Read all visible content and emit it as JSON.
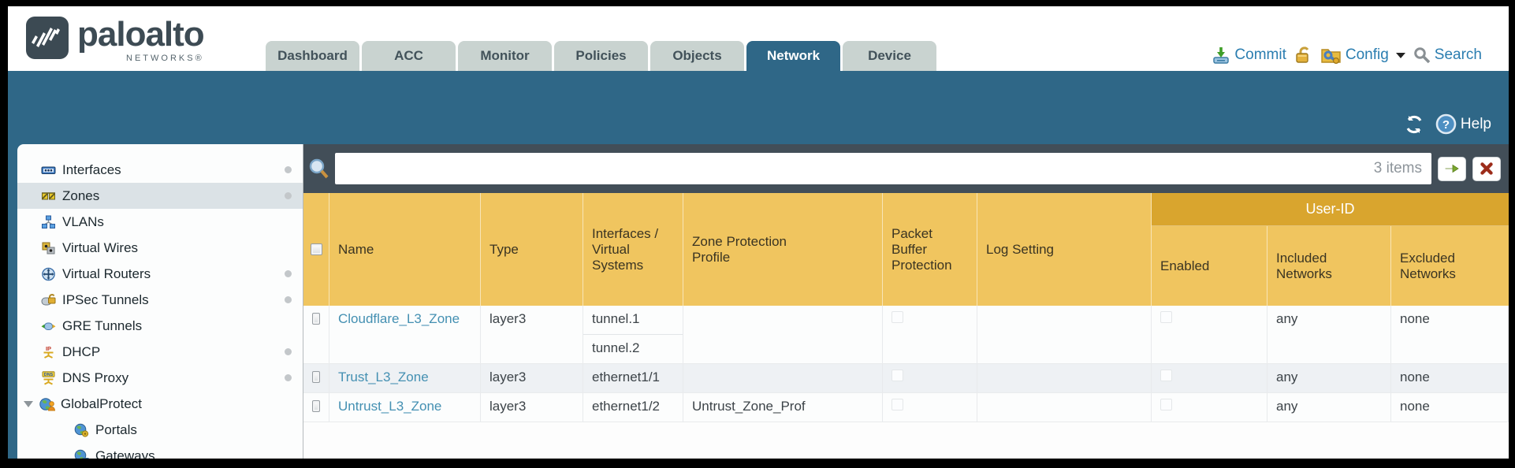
{
  "header": {
    "brand": "paloalto",
    "brand_sub": "NETWORKS®",
    "tabs": [
      {
        "label": "Dashboard",
        "active": false
      },
      {
        "label": "ACC",
        "active": false
      },
      {
        "label": "Monitor",
        "active": false
      },
      {
        "label": "Policies",
        "active": false
      },
      {
        "label": "Objects",
        "active": false
      },
      {
        "label": "Network",
        "active": true
      },
      {
        "label": "Device",
        "active": false
      }
    ],
    "commit_label": "Commit",
    "config_label": "Config",
    "search_label": "Search"
  },
  "band": {
    "help_label": "Help"
  },
  "sidebar": {
    "items": [
      {
        "label": "Interfaces",
        "icon": "interfaces-icon",
        "dot": true,
        "selected": false
      },
      {
        "label": "Zones",
        "icon": "zones-icon",
        "dot": true,
        "selected": true
      },
      {
        "label": "VLANs",
        "icon": "vlans-icon",
        "dot": false,
        "selected": false
      },
      {
        "label": "Virtual Wires",
        "icon": "virtual-wires-icon",
        "dot": false,
        "selected": false
      },
      {
        "label": "Virtual Routers",
        "icon": "virtual-routers-icon",
        "dot": true,
        "selected": false
      },
      {
        "label": "IPSec Tunnels",
        "icon": "ipsec-tunnels-icon",
        "dot": true,
        "selected": false
      },
      {
        "label": "GRE Tunnels",
        "icon": "gre-tunnels-icon",
        "dot": false,
        "selected": false
      },
      {
        "label": "DHCP",
        "icon": "dhcp-icon",
        "dot": true,
        "selected": false
      },
      {
        "label": "DNS Proxy",
        "icon": "dns-proxy-icon",
        "dot": true,
        "selected": false
      },
      {
        "label": "GlobalProtect",
        "icon": "globalprotect-icon",
        "dot": false,
        "selected": false,
        "expanded": true
      },
      {
        "label": "Portals",
        "icon": "portals-icon",
        "dot": false,
        "selected": false,
        "child": true
      },
      {
        "label": "Gateways",
        "icon": "gateways-icon",
        "dot": false,
        "selected": false,
        "child": true
      }
    ]
  },
  "filterbar": {
    "value": "",
    "count": "3 items"
  },
  "table": {
    "group_header": "User-ID",
    "columns": {
      "name": "Name",
      "type": "Type",
      "interfaces": "Interfaces / Virtual Systems",
      "zone_protection": "Zone Protection Profile",
      "packet_buffer": "Packet Buffer Protection",
      "log_setting": "Log Setting",
      "enabled": "Enabled",
      "included": "Included Networks",
      "excluded": "Excluded Networks"
    },
    "rows": [
      {
        "name": "Cloudflare_L3_Zone",
        "type": "layer3",
        "interfaces": [
          "tunnel.1",
          "tunnel.2"
        ],
        "zone_protection_profile": "",
        "log_setting": "",
        "included_networks": "any",
        "excluded_networks": "none"
      },
      {
        "name": "Trust_L3_Zone",
        "type": "layer3",
        "interfaces": [
          "ethernet1/1"
        ],
        "zone_protection_profile": "",
        "log_setting": "",
        "included_networks": "any",
        "excluded_networks": "none"
      },
      {
        "name": "Untrust_L3_Zone",
        "type": "layer3",
        "interfaces": [
          "ethernet1/2"
        ],
        "zone_protection_profile": "Untrust_Zone_Prof",
        "log_setting": "",
        "included_networks": "any",
        "excluded_networks": "none"
      }
    ]
  }
}
